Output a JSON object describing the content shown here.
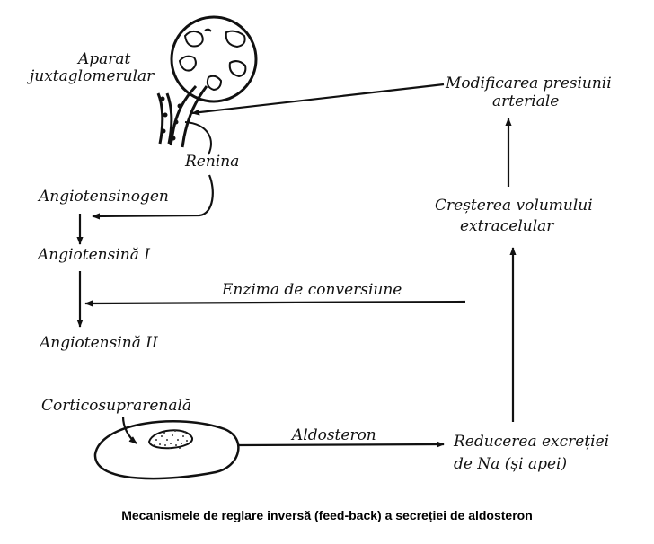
{
  "labels": {
    "aparat": "Aparat",
    "juxtaglomerular": "juxtaglomerular",
    "renina": "Renina",
    "angiotensinogen": "Angiotensinogen",
    "angiotensina1": "Angiotensină I",
    "angiotensina2": "Angiotensină II",
    "corticosuprarenala": "Corticosuprarenală",
    "enzima": "Enzima de conversiune",
    "aldosteron": "Aldosteron",
    "reducerea": "Reducerea excreției",
    "de_na": "de Na (și apei)",
    "cresterea": "Creșterea volumului",
    "extracelular": "extracelular",
    "modificarea": "Modificarea presiunii",
    "arteriale": "arteriale"
  },
  "caption": "Mecanismele de reglare inversă (feed-back) a secreției de aldosteron"
}
